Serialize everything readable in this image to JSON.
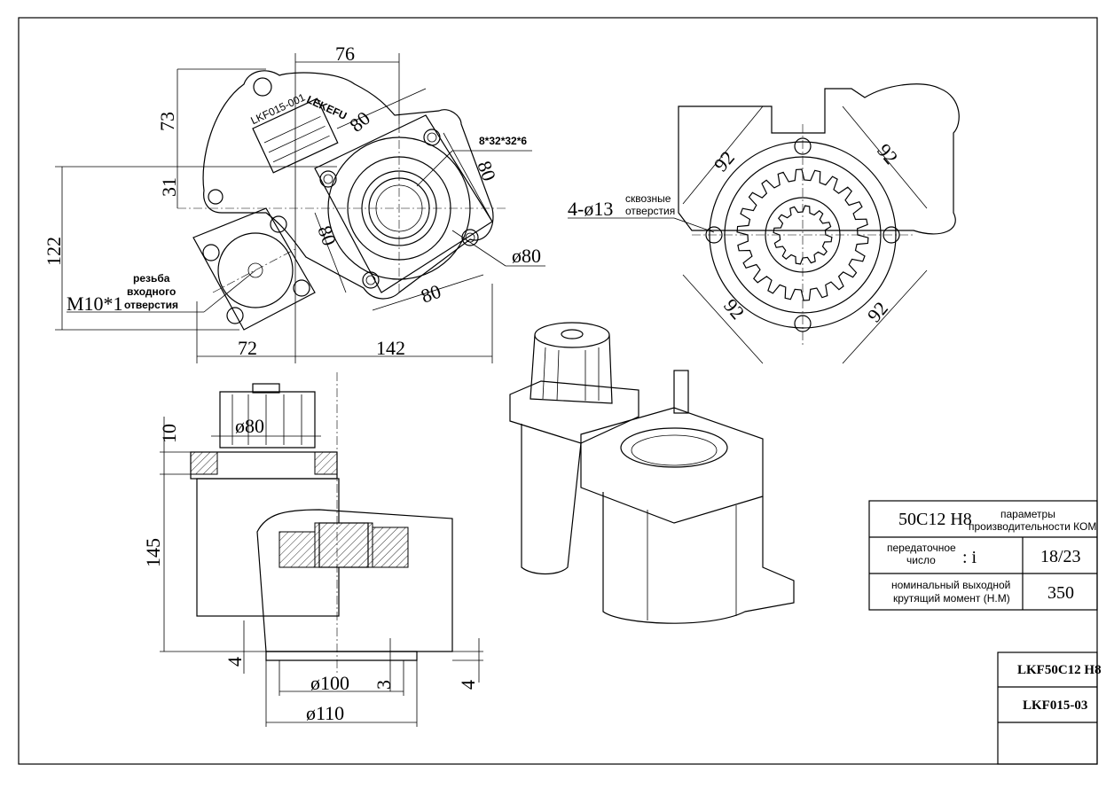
{
  "top_view": {
    "brand": "LEKEFU",
    "plate_model": "LKF015-001",
    "dims": {
      "d76": "76",
      "d73": "73",
      "d31": "31",
      "d122": "122",
      "d80a": "80",
      "d80b": "80",
      "d80c": "80",
      "d80d": "80",
      "phi80": "ø80",
      "spline": "8*32*32*6",
      "d72": "72",
      "d142": "142"
    },
    "thread": {
      "value": "M10*1",
      "label_1": "резьба",
      "label_2": "входного",
      "label_3": "отверстия"
    }
  },
  "gear_view": {
    "dims": [
      "92",
      "92",
      "92",
      "92"
    ],
    "holes": {
      "value": "4-ø13",
      "label_1": "сквозные",
      "label_2": "отверстия"
    }
  },
  "section_view": {
    "dims": {
      "d10": "10",
      "phi80": "ø80",
      "d145": "145",
      "d4a": "4",
      "phi100": "ø100",
      "d3": "3",
      "d4b": "4",
      "phi110": "ø110"
    }
  },
  "params_table": {
    "model": "50C12 H8",
    "title_1": "параметры",
    "title_2": "производительности КОМ",
    "ratio_label_1": "передаточное",
    "ratio_label_2": "число",
    "ratio_symbol": ": i",
    "ratio_value": "18/23",
    "torque_label_1": "номинальный выходной",
    "torque_label_2": "крутящий момент (Н.М)",
    "torque_value": "350"
  },
  "title_block": {
    "name": "LKF50C12 H8",
    "code": "LKF015-03",
    "empty": ""
  }
}
